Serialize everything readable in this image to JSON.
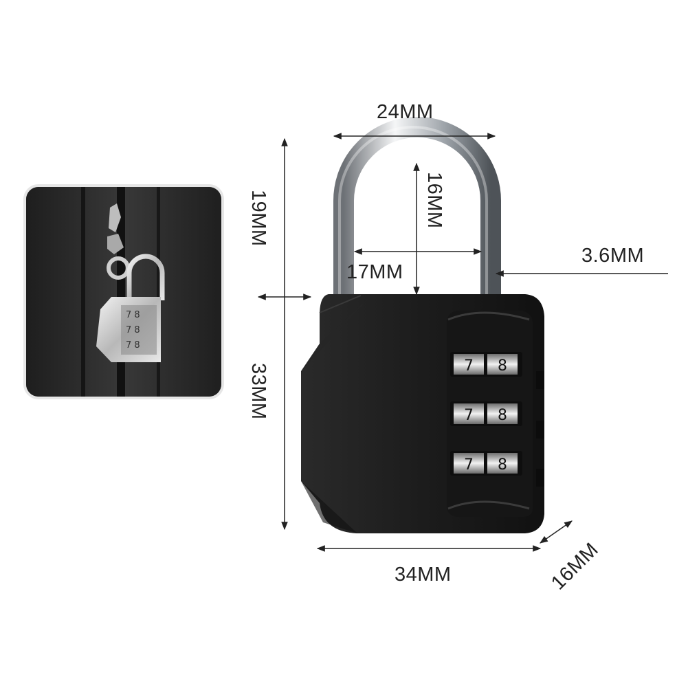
{
  "dimensions": {
    "width_label": "24MM",
    "shackle_inner_height": "16MM",
    "shackle_inner_width": "17MM",
    "shackle_diameter": "3.6MM",
    "shackle_height": "19MM",
    "body_height": "33MM",
    "body_width": "34MM",
    "body_depth": "16MM"
  },
  "dials": [
    {
      "left": "7",
      "right": "8"
    },
    {
      "left": "7",
      "right": "8"
    },
    {
      "left": "7",
      "right": "8"
    }
  ],
  "thumbnail_dials": [
    "7 8",
    "7 8",
    "7 8"
  ],
  "colors": {
    "lock_body": "#1b1b1b",
    "shackle": "#c9ccd0",
    "background": "#ffffff"
  }
}
